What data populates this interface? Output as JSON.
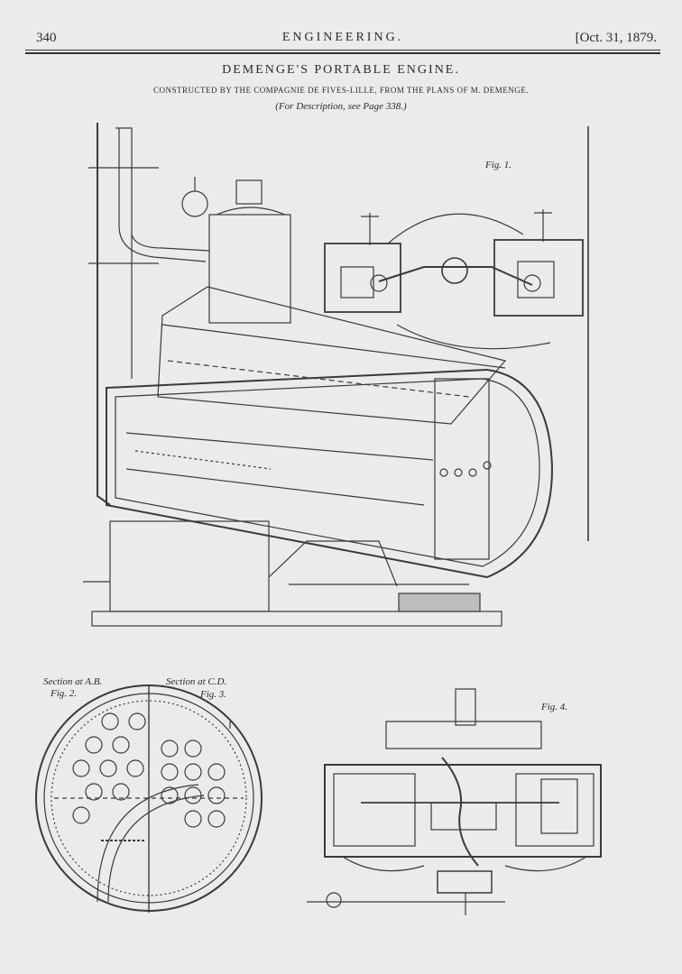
{
  "header": {
    "page_number": "340",
    "journal": "ENGINEERING.",
    "date": "[Oct. 31, 1879."
  },
  "article": {
    "title": "DEMENGE'S PORTABLE ENGINE.",
    "subtitle": "CONSTRUCTED BY THE COMPAGNIE DE FIVES-LILLE, FROM THE PLANS OF M. DEMENGE.",
    "reference": "(For Description, see Page 338.)"
  },
  "figures": {
    "fig1_label": "Fig. 1.",
    "fig2_section": "Section at A.B.",
    "fig2_label": "Fig. 2.",
    "fig3_section": "Section at C.D.",
    "fig3_label": "Fig. 3.",
    "fig4_label": "Fig. 4."
  }
}
